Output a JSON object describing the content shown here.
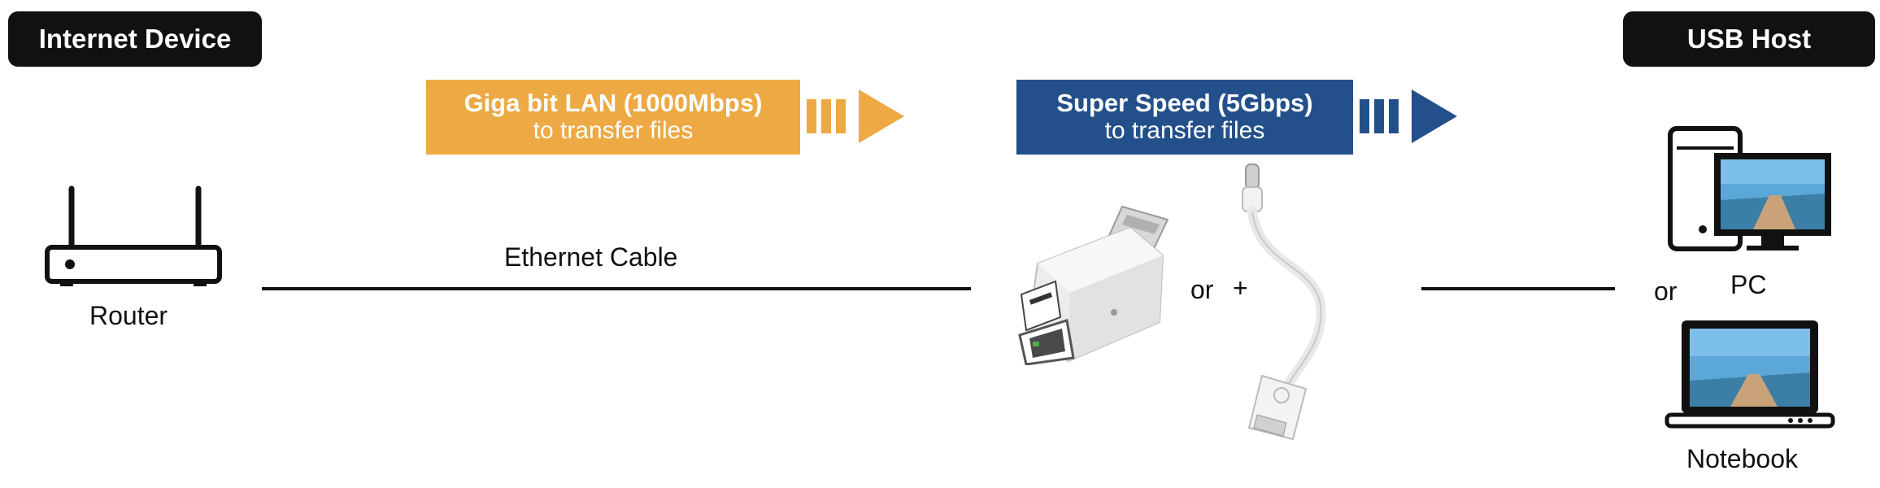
{
  "left_header": "Internet Device",
  "right_header": "USB Host",
  "banner_lan": {
    "line1": "Giga bit LAN (1000Mbps)",
    "line2": "to transfer files",
    "color": "#EDA943"
  },
  "banner_usb": {
    "line1": "Super Speed (5Gbps)",
    "line2": "to transfer files",
    "color": "#23508A"
  },
  "labels": {
    "router": "Router",
    "ethernet_cable": "Ethernet Cable",
    "or_adapter": "or",
    "plus": "+",
    "or_host": "or",
    "pc": "PC",
    "notebook": "Notebook"
  },
  "icons": {
    "router": "router-icon",
    "adapter": "usb-lan-adapter-image",
    "otg_cable": "usb-c-otg-cable-image",
    "pc": "desktop-pc-icon",
    "notebook": "notebook-icon"
  }
}
